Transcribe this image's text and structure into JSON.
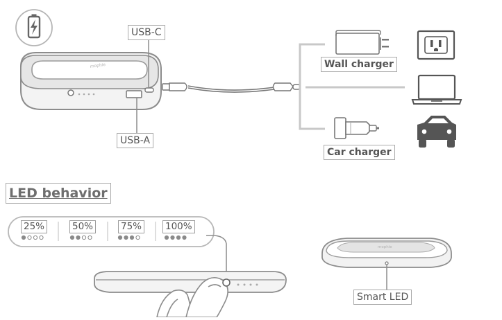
{
  "labels": {
    "usb_c": "USB-C",
    "usb_a": "USB-A",
    "wall_charger": "Wall charger",
    "car_charger": "Car charger",
    "led_behavior": "LED behavior",
    "smart_led": "Smart LED"
  },
  "led_levels": [
    {
      "label": "25%",
      "lit": 1
    },
    {
      "label": "50%",
      "lit": 2
    },
    {
      "label": "75%",
      "lit": 3
    },
    {
      "label": "100%",
      "lit": 4
    }
  ],
  "brand_mark": "mophie",
  "colors": {
    "line": "#8c8c8c",
    "light_line": "#c8c8c8",
    "device_fill": "#e8e8e8",
    "icon_dark": "#555555"
  },
  "icons": [
    "battery-charge-icon",
    "power-outlet-icon",
    "laptop-icon",
    "car-icon"
  ]
}
